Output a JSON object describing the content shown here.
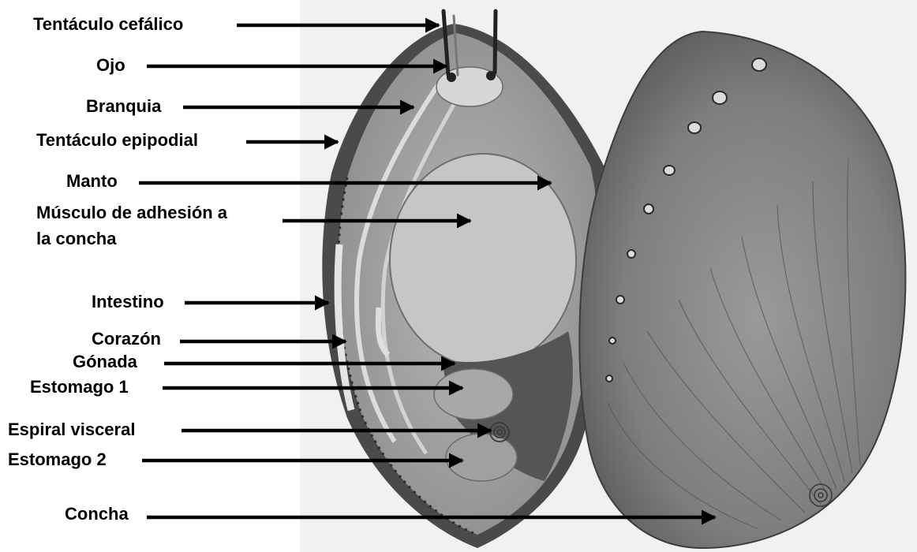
{
  "labels": {
    "tentaculo_cefalico": "Tentáculo cefálico",
    "ojo": "Ojo",
    "branquia": "Branquia",
    "tentaculo_epipodial": "Tentáculo epipodial",
    "manto": "Manto",
    "musculo_line1": "Músculo de adhesión a",
    "musculo_line2": "la concha",
    "intestino": "Intestino",
    "corazon": "Corazón",
    "gonada": "Gónada",
    "estomago1": "Estomago 1",
    "espiral_visceral": "Espiral visceral",
    "estomago2": "Estomago 2",
    "concha": "Concha"
  }
}
